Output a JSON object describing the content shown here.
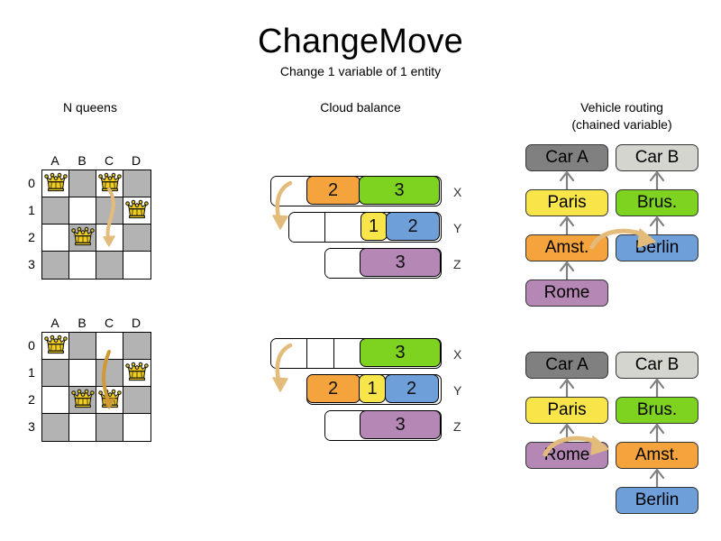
{
  "header": {
    "title": "ChangeMove",
    "subtitle": "Change 1 variable of 1 entity"
  },
  "sections": {
    "queens": {
      "label": "N queens"
    },
    "cloud": {
      "label": "Cloud balance"
    },
    "routing": {
      "label_line1": "Vehicle routing",
      "label_line2": "(chained variable)"
    }
  },
  "colors": {
    "queen_gold": "#f2cf1c",
    "arrow_tan": "#e3bb7a",
    "arrow_dark": "#cf9a33",
    "board_dark": "#b3b3b3",
    "board_light": "#ffffff",
    "orange": "#f5a33c",
    "green": "#7ed321",
    "yellow": "#f7e54a",
    "blue": "#6f9fd8",
    "purple": "#b487b4",
    "car_a_gray": "#808080",
    "car_b_gray": "#d5d5d0",
    "edge_gray": "#808080"
  },
  "queens": {
    "column_labels": [
      "A",
      "B",
      "C",
      "D"
    ],
    "row_labels": [
      "0",
      "1",
      "2",
      "3"
    ],
    "before": {
      "queens": [
        {
          "col": 0,
          "row": 0
        },
        {
          "col": 2,
          "row": 0
        },
        {
          "col": 3,
          "row": 1
        },
        {
          "col": 1,
          "row": 2
        }
      ],
      "move_arrow": {
        "from_col": 2,
        "from_row": 0,
        "to_col": 2,
        "to_row": 2
      }
    },
    "after": {
      "queens": [
        {
          "col": 0,
          "row": 0
        },
        {
          "col": 3,
          "row": 1
        },
        {
          "col": 1,
          "row": 2
        },
        {
          "col": 2,
          "row": 2
        }
      ],
      "move_arrow": {
        "from_col": 2,
        "from_row": 0,
        "to_col": 2,
        "to_row": 2
      }
    }
  },
  "cloud": {
    "before": {
      "bars": [
        {
          "label": "X",
          "segments": [
            {
              "value": "",
              "color": "#ffffff",
              "width": 40,
              "filled": false
            },
            {
              "value": "2",
              "color": "#f5a33c",
              "width": 60,
              "filled": true
            },
            {
              "value": "3",
              "color": "#7ed321",
              "width": 90,
              "filled": true
            }
          ]
        },
        {
          "label": "Y",
          "segments": [
            {
              "value": "",
              "color": "#ffffff",
              "width": 40,
              "filled": false
            },
            {
              "value": "",
              "color": "#ffffff",
              "width": 40,
              "filled": false
            },
            {
              "value": "1",
              "color": "#f7e54a",
              "width": 30,
              "filled": true
            },
            {
              "value": "2",
              "color": "#6f9fd8",
              "width": 60,
              "filled": true
            }
          ]
        },
        {
          "label": "Z",
          "segments": [
            {
              "value": "",
              "color": "#ffffff",
              "width": 40,
              "filled": false
            },
            {
              "value": "3",
              "color": "#b487b4",
              "width": 90,
              "filled": true
            }
          ]
        }
      ]
    },
    "after": {
      "bars": [
        {
          "label": "X",
          "segments": [
            {
              "value": "",
              "color": "#ffffff",
              "width": 40,
              "filled": false
            },
            {
              "value": "",
              "color": "#ffffff",
              "width": 30,
              "filled": false
            },
            {
              "value": "",
              "color": "#ffffff",
              "width": 30,
              "filled": false
            },
            {
              "value": "3",
              "color": "#7ed321",
              "width": 90,
              "filled": true
            }
          ]
        },
        {
          "label": "Y",
          "segments": [
            {
              "value": "2",
              "color": "#f5a33c",
              "width": 60,
              "filled": true
            },
            {
              "value": "1",
              "color": "#f7e54a",
              "width": 30,
              "filled": true
            },
            {
              "value": "2",
              "color": "#6f9fd8",
              "width": 60,
              "filled": true
            }
          ]
        },
        {
          "label": "Z",
          "segments": [
            {
              "value": "",
              "color": "#ffffff",
              "width": 40,
              "filled": false
            },
            {
              "value": "3",
              "color": "#b487b4",
              "width": 90,
              "filled": true
            }
          ]
        }
      ]
    }
  },
  "routing": {
    "before": {
      "chains": [
        {
          "vehicle": {
            "label": "Car A",
            "color": "#808080"
          },
          "stops": [
            {
              "label": "Paris",
              "color": "#f7e54a"
            },
            {
              "label": "Amst.",
              "color": "#f5a33c"
            },
            {
              "label": "Rome",
              "color": "#b487b4"
            }
          ]
        },
        {
          "vehicle": {
            "label": "Car B",
            "color": "#d5d5d0"
          },
          "stops": [
            {
              "label": "Brus.",
              "color": "#7ed321"
            },
            {
              "label": "Berlin",
              "color": "#6f9fd8"
            }
          ]
        }
      ]
    },
    "after": {
      "chains": [
        {
          "vehicle": {
            "label": "Car A",
            "color": "#808080"
          },
          "stops": [
            {
              "label": "Paris",
              "color": "#f7e54a"
            },
            {
              "label": "Rome",
              "color": "#b487b4"
            }
          ]
        },
        {
          "vehicle": {
            "label": "Car B",
            "color": "#d5d5d0"
          },
          "stops": [
            {
              "label": "Brus.",
              "color": "#7ed321"
            },
            {
              "label": "Amst.",
              "color": "#f5a33c"
            },
            {
              "label": "Berlin",
              "color": "#6f9fd8"
            }
          ]
        }
      ]
    }
  }
}
